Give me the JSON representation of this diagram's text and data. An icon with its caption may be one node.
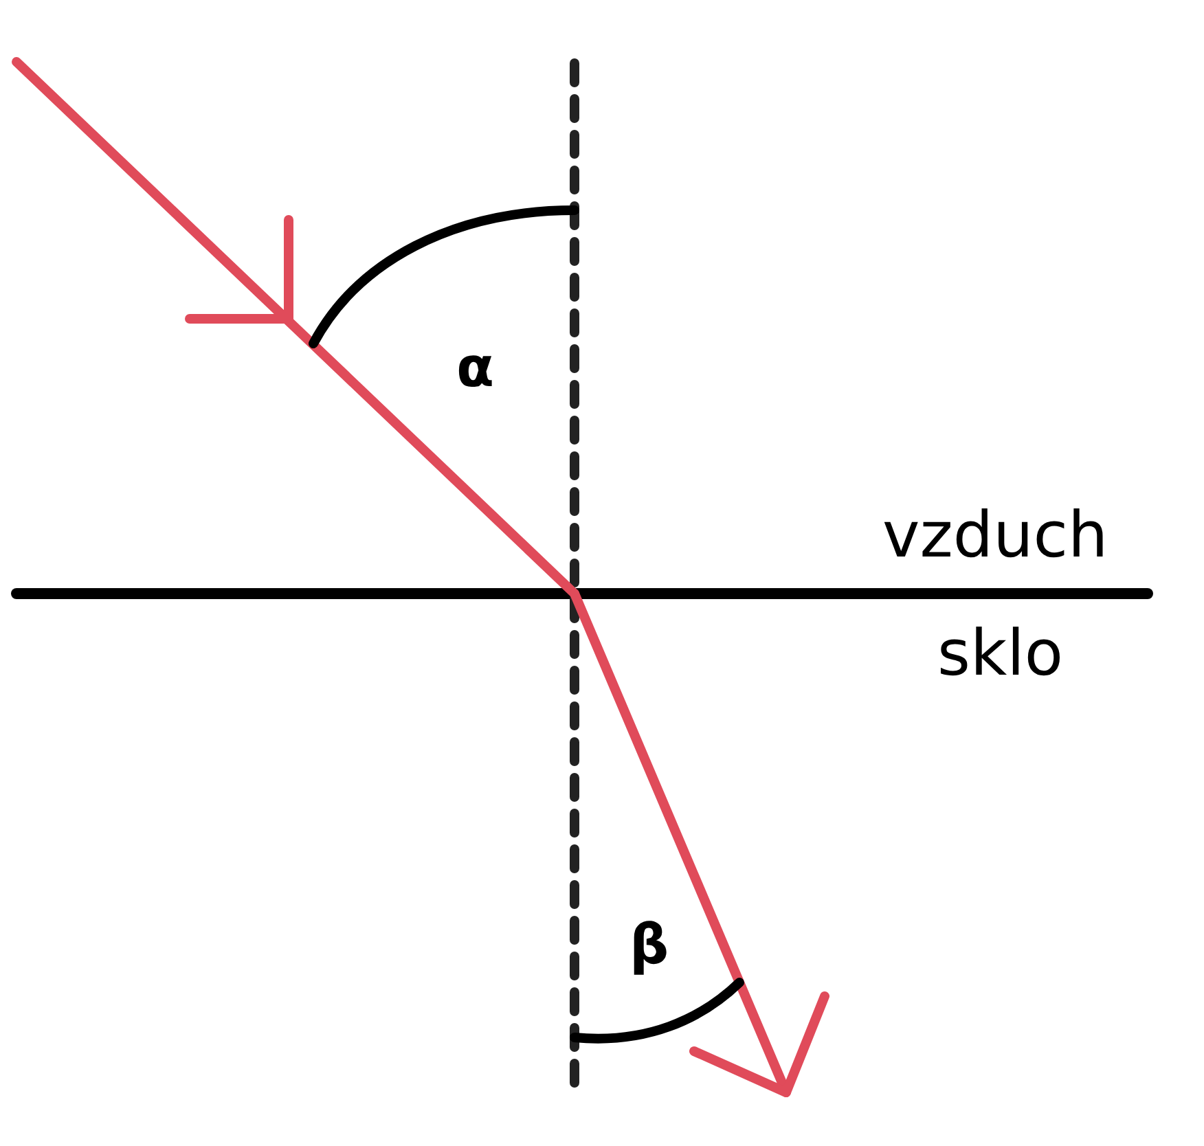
{
  "diagram": {
    "labels": [
      "α",
      "vzduch",
      "sklo",
      "β"
    ]
  }
}
